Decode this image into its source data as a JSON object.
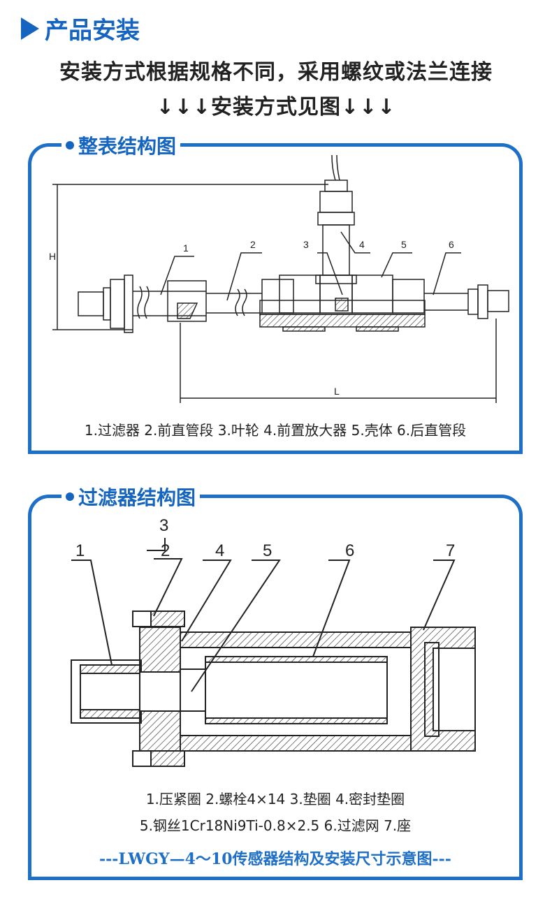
{
  "header": {
    "title": "产品安装",
    "line1": "安装方式根据规格不同，采用螺纹或法兰连接",
    "line2": "↓↓↓安装方式见图↓↓↓"
  },
  "panel1": {
    "title": "整表结构图",
    "dim_h": "H",
    "dim_l": "L",
    "callouts": [
      "1",
      "2",
      "3",
      "4",
      "5",
      "6"
    ],
    "legend": "1.过滤器 2.前直管段 3.叶轮 4.前置放大器 5.壳体 6.后直管段"
  },
  "panel2": {
    "title": "过滤器结构图",
    "callouts": [
      "3",
      "1",
      "2",
      "4",
      "5",
      "6",
      "7"
    ],
    "legend_line1": "1.压紧圈  2.螺栓4×14  3.垫圈  4.密封垫圈",
    "legend_line2": "5.钢丝1Cr18Ni9Ti-0.8×2.5  6.过滤网  7.座",
    "footer": "---LWGY—4～10传感器结构及安装尺寸示意图---"
  },
  "colors": {
    "accent": "#1565c0",
    "frame": "#1e6fc8"
  },
  "icons": {
    "section_marker": "triangle-right-icon",
    "title_marker": "dot-icon"
  }
}
